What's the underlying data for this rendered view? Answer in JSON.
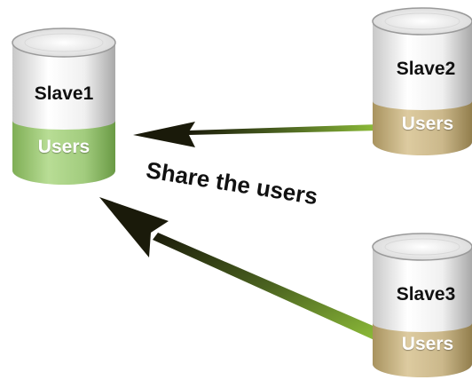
{
  "nodes": {
    "slave1": {
      "name": "Slave1",
      "table": "Users",
      "table_color": "#9cc878"
    },
    "slave2": {
      "name": "Slave2",
      "table": "Users",
      "table_color": "#c9b487"
    },
    "slave3": {
      "name": "Slave3",
      "table": "Users",
      "table_color": "#c9b487"
    }
  },
  "caption": "Share the users",
  "colors": {
    "arrow_head": "#1a1a0a",
    "arrow_tail": "#8fbf3a",
    "cylinder_top": "#f4f4f4",
    "cylinder_outline": "#8a8a8a"
  }
}
